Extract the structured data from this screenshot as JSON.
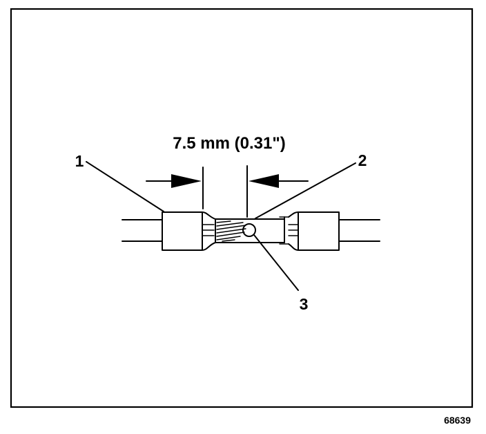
{
  "figure": {
    "dimension_label": "7.5 mm (0.31\")",
    "callouts": [
      "1",
      "2",
      "3"
    ],
    "figure_number": "68639"
  }
}
